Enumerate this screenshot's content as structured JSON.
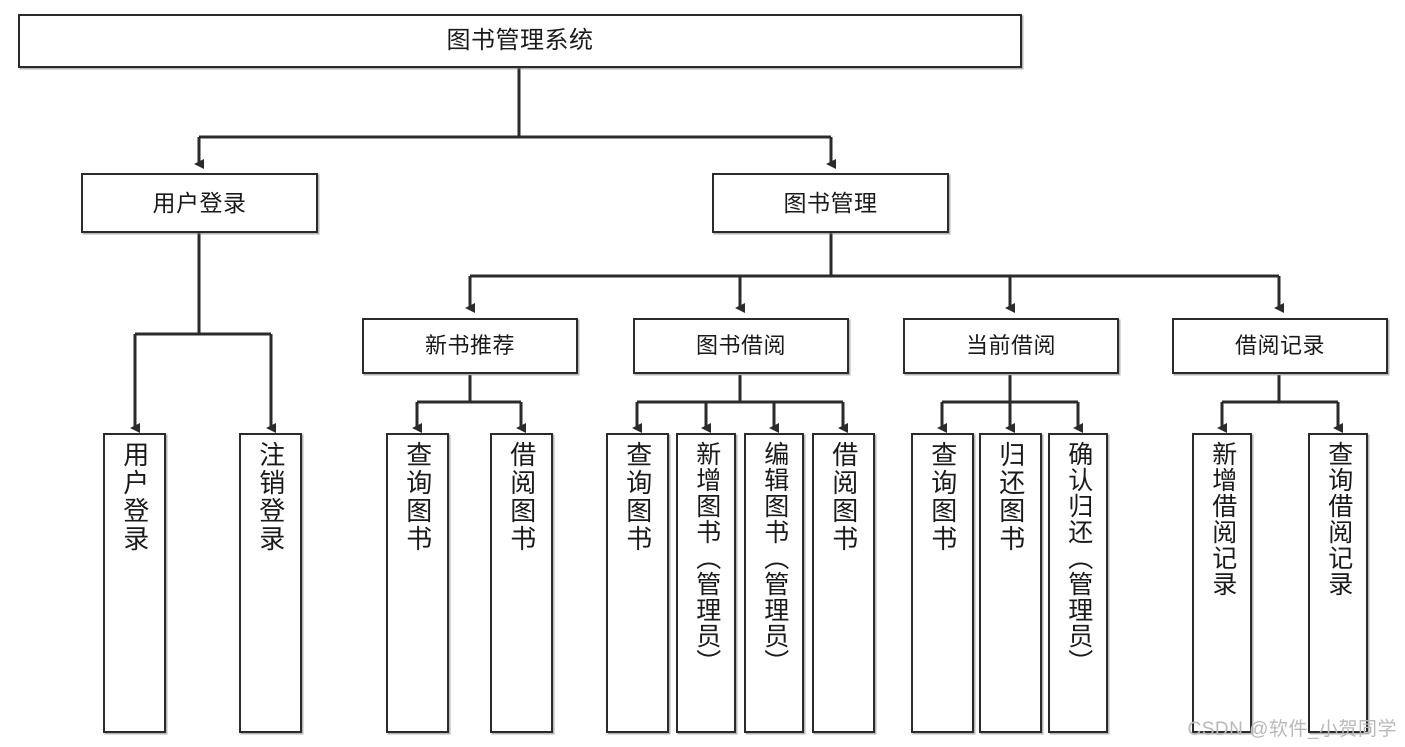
{
  "diagram": {
    "title": "图书管理系统",
    "type": "tree-hierarchy-chart",
    "orientation": "top-down",
    "colors": {
      "node_border": "#2b2b2b",
      "node_fill": "#ffffff",
      "edge": "#2b2b2b",
      "text": "#1a1a1a",
      "watermark": "#b9b9b9",
      "background": "#ffffff"
    },
    "root": {
      "label": "图书管理系统"
    },
    "level1": [
      {
        "id": "user-login",
        "label": "用户登录"
      },
      {
        "id": "book-management",
        "label": "图书管理"
      }
    ],
    "level2": [
      {
        "id": "new-book-recommend",
        "label": "新书推荐"
      },
      {
        "id": "book-borrow",
        "label": "图书借阅"
      },
      {
        "id": "current-borrow",
        "label": "当前借阅"
      },
      {
        "id": "borrow-record",
        "label": "借阅记录"
      }
    ],
    "leaves": [
      {
        "id": "leaf-user-login",
        "label": "用户登录",
        "parent": "user-login"
      },
      {
        "id": "leaf-logout",
        "label": "注销登录",
        "parent": "user-login"
      },
      {
        "id": "leaf-query-book-1",
        "label": "查询图书",
        "parent": "new-book-recommend"
      },
      {
        "id": "leaf-borrow-book-1",
        "label": "借阅图书",
        "parent": "new-book-recommend"
      },
      {
        "id": "leaf-query-book-2",
        "label": "查询图书",
        "parent": "book-borrow"
      },
      {
        "id": "leaf-add-book",
        "label": "新增图书（管理员）",
        "parent": "book-borrow"
      },
      {
        "id": "leaf-edit-book",
        "label": "编辑图书（管理员）",
        "parent": "book-borrow"
      },
      {
        "id": "leaf-borrow-book-2",
        "label": "借阅图书",
        "parent": "book-borrow"
      },
      {
        "id": "leaf-query-book-3",
        "label": "查询图书",
        "parent": "current-borrow"
      },
      {
        "id": "leaf-return-book",
        "label": "归还图书",
        "parent": "current-borrow"
      },
      {
        "id": "leaf-confirm-return",
        "label": "确认归还（管理员）",
        "parent": "current-borrow"
      },
      {
        "id": "leaf-add-record",
        "label": "新增借阅记录",
        "parent": "borrow-record"
      },
      {
        "id": "leaf-query-record",
        "label": "查询借阅记录",
        "parent": "borrow-record"
      }
    ],
    "watermark": "CSDN @软件_小贺同学"
  }
}
